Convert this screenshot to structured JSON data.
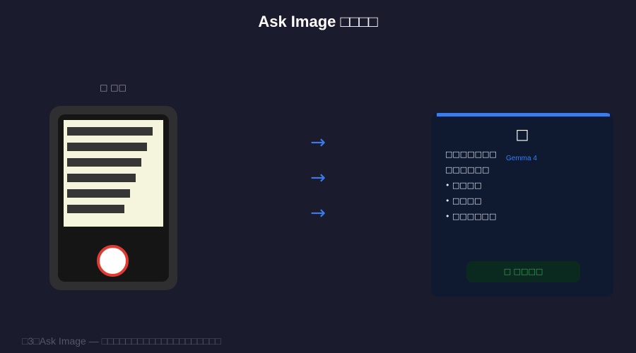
{
  "title": "Ask Image □□□□",
  "phone": {
    "caption": "□ □□",
    "document_lines": 6,
    "shutter_icon": "shutter-button"
  },
  "arrows": [
    "→",
    "→",
    "→"
  ],
  "result_panel": {
    "icon": "□",
    "lines": [
      "□□□□□□□",
      "□□□□□□",
      "• □□□□",
      "• □□□□",
      "• □□□□□□"
    ],
    "model": "Gemma 4",
    "read_aloud_label": "□ □□□□"
  },
  "caption": "□3□Ask Image — □□□□□□□□□□□□□□□□□□□□",
  "colors": {
    "background": "#1b1b2e",
    "accent": "#3d7de8",
    "record_red": "#e03a31",
    "success_green": "#2fae55"
  }
}
